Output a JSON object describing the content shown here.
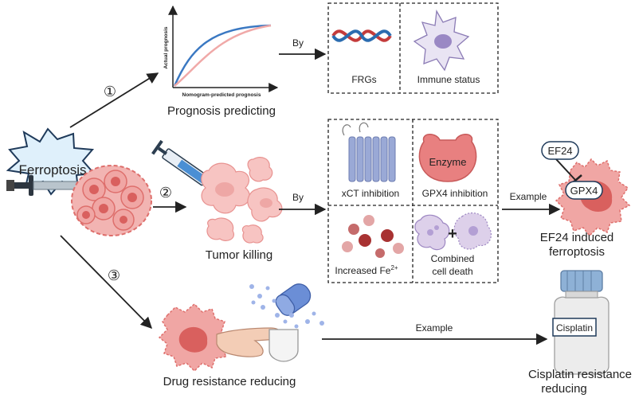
{
  "center": {
    "label": "Ferroptosis"
  },
  "branches": {
    "prognosis": {
      "number": "①",
      "by_label": "By",
      "title": "Prognosis predicting",
      "chart": {
        "ylabel": "Actual prognosis",
        "xlabel": "Nomogram-predicted prognosis"
      },
      "factors": [
        "FRGs",
        "Immune status"
      ]
    },
    "tumor": {
      "number": "②",
      "title": "Tumor killing",
      "by_label": "By",
      "mechanisms": {
        "xct": "xCT inhibition",
        "gpx4": "GPX4 inhibition",
        "enzyme": "Enzyme",
        "fe_prefix": "Increased Fe",
        "fe_sup": "2+",
        "combined_line1": "Combined",
        "combined_line2": "cell death",
        "plus": "+"
      },
      "example_label": "Example",
      "example": {
        "drug": "EF24",
        "target": "GPX4",
        "title_line1": "EF24 induced",
        "title_line2": "ferroptosis"
      }
    },
    "resistance": {
      "number": "③",
      "title": "Drug resistance reducing",
      "example_label": "Example",
      "example": {
        "drug": "Cisplatin",
        "title_line1": "Cisplatin resistance",
        "title_line2": "reducing"
      }
    }
  },
  "colors": {
    "star_fill": "#dff0fb",
    "star_stroke": "#1f3a5a",
    "cell_fill": "#f0a6a4",
    "cell_stroke": "#de6f6c",
    "nucleus": "#d9605e",
    "curve_blue": "#3a78c2",
    "curve_pink": "#f0a9a8",
    "dna_red": "#c43b3b",
    "dna_blue": "#2b6cb0",
    "enzyme": "#e88080",
    "membrane": "#9aa9d6",
    "iron": "#a83232"
  }
}
